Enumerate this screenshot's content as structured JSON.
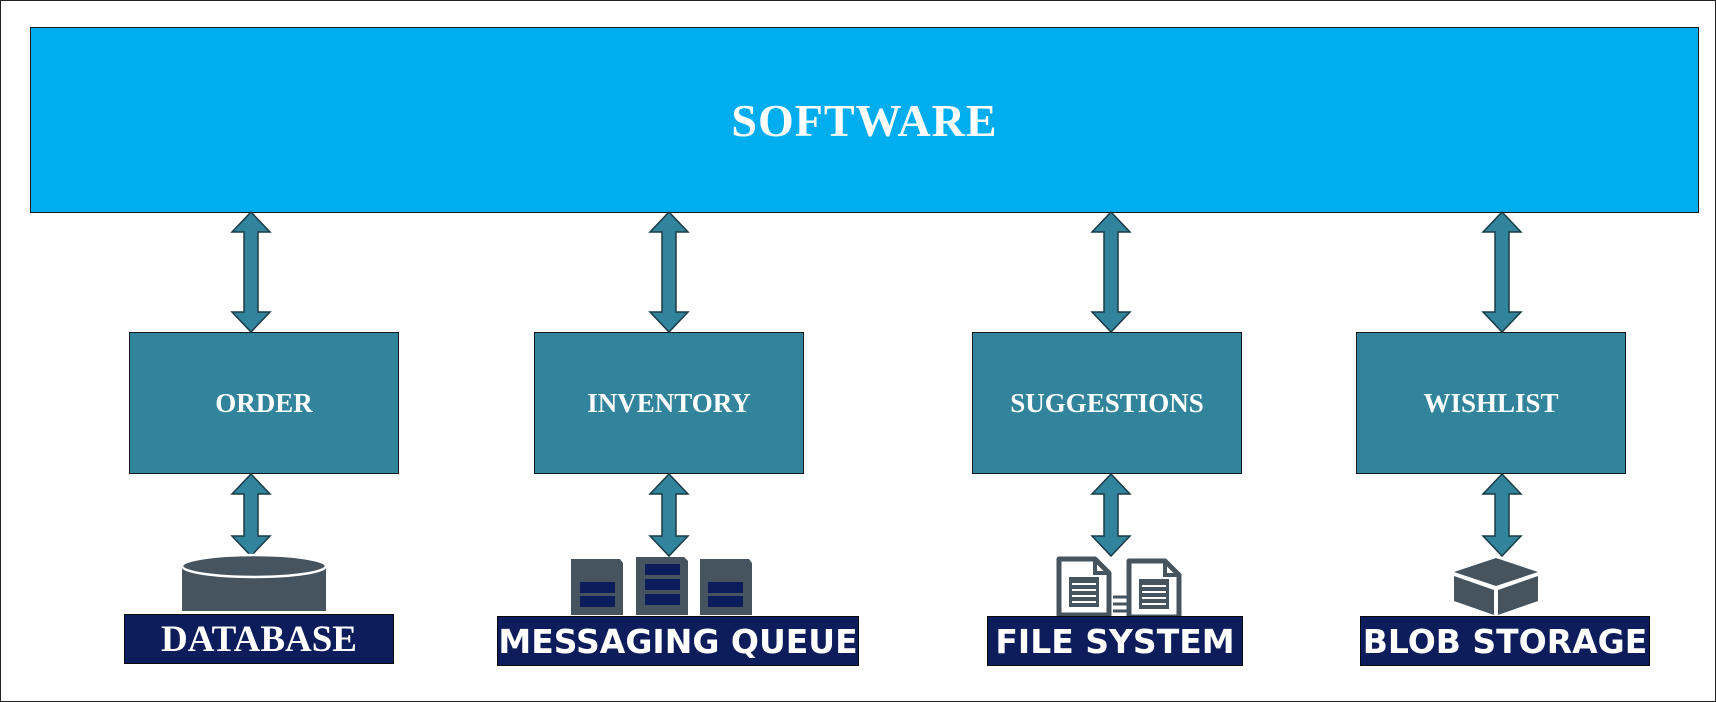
{
  "software": {
    "label": "SOFTWARE"
  },
  "services": [
    {
      "label": "ORDER"
    },
    {
      "label": "INVENTORY"
    },
    {
      "label": "SUGGESTIONS"
    },
    {
      "label": "WISHLIST"
    }
  ],
  "storage": [
    {
      "label": "DATABASE",
      "icon": "database-icon"
    },
    {
      "label": "MESSAGING QUEUE",
      "icon": "server-rack-icon"
    },
    {
      "label": "FILE SYSTEM",
      "icon": "documents-icon"
    },
    {
      "label": "BLOB STORAGE",
      "icon": "box-icon"
    }
  ],
  "colors": {
    "software_box": "#00aeef",
    "service_box": "#31849b",
    "storage_label": "#0d1c5a",
    "icon": "#45545f"
  }
}
